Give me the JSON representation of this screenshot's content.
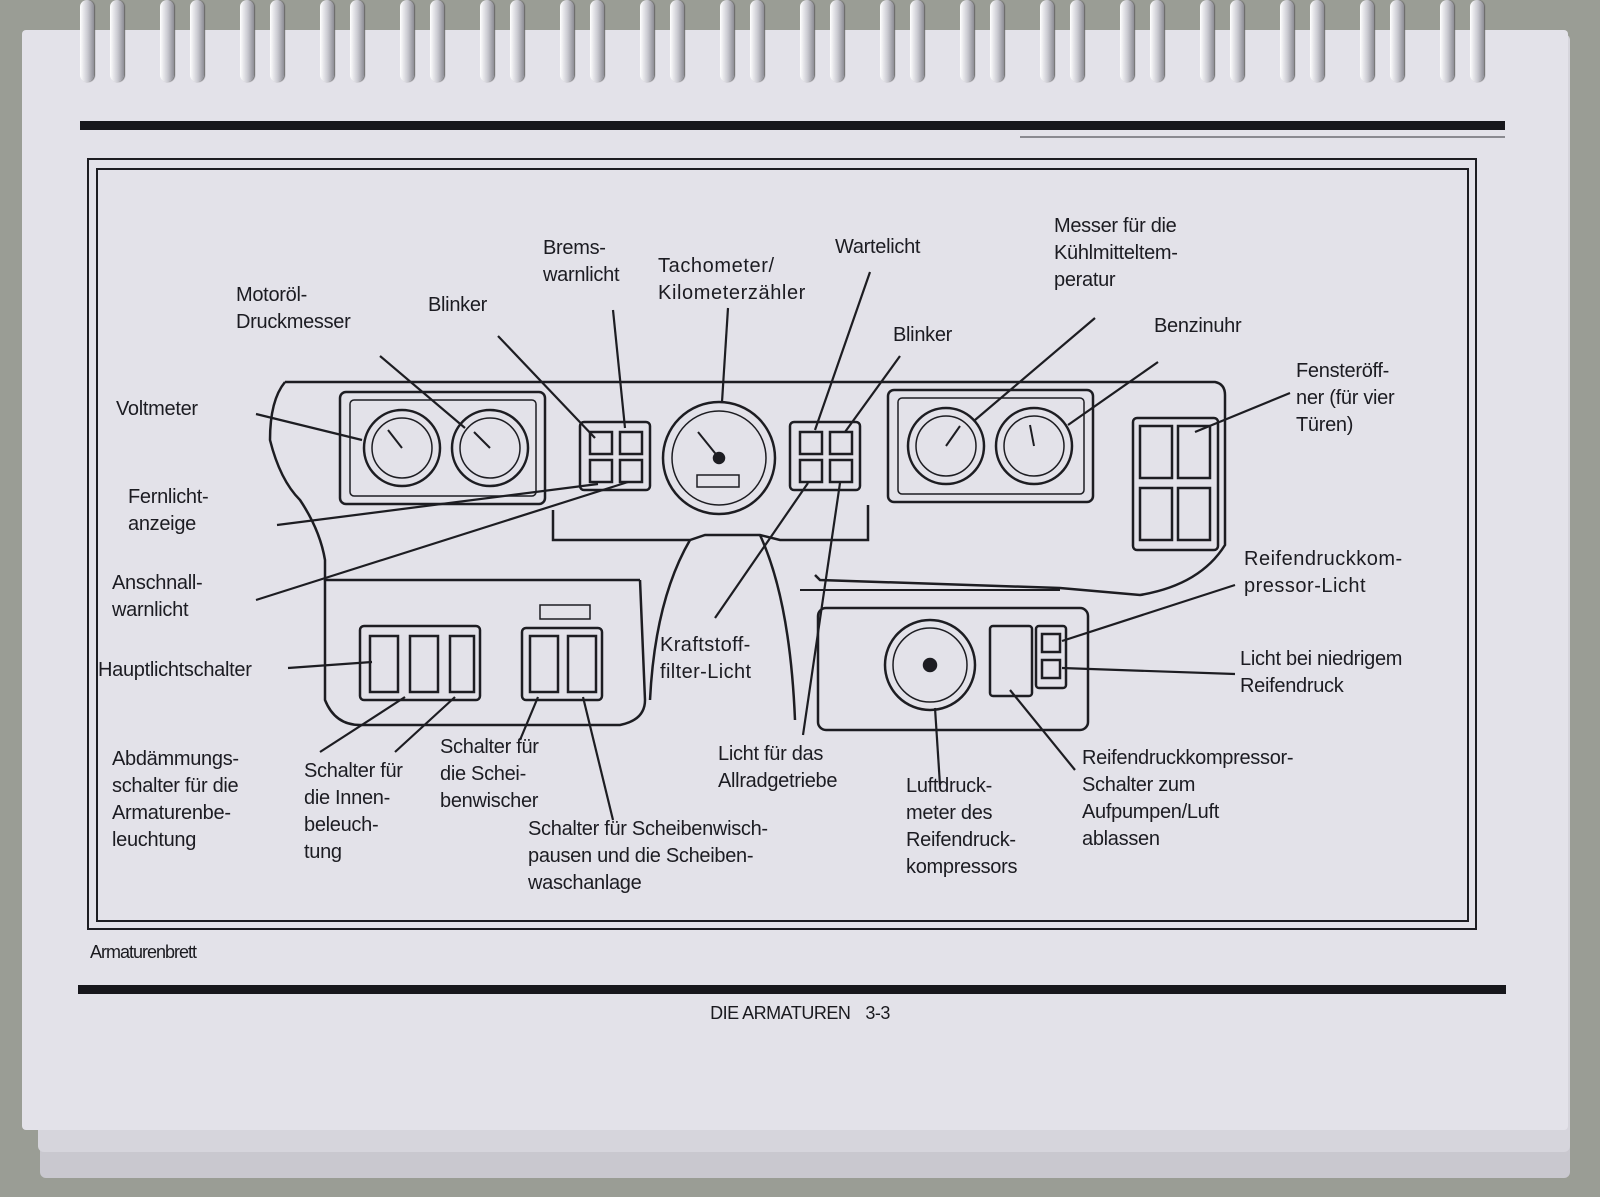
{
  "labels": {
    "bremswarnlicht": "Brems-\nwarnlicht",
    "tachometer": "Tachometer/\nKilometerzähler",
    "wartelicht": "Wartelicht",
    "kuehlmittel": "Messer für die\nKühlmitteltem-\nperatur",
    "motoroel": "Motoröl-\nDruckmesser",
    "blinker_left": "Blinker",
    "blinker_right": "Blinker",
    "benzinuhr": "Benzinuhr",
    "fensteroeffner": "Fensteröff-\nner (für vier\nTüren)",
    "voltmeter": "Voltmeter",
    "fernlicht": "Fernlicht-\nanzeige",
    "anschnall": "Anschnall-\nwarnlicht",
    "reifendruckkompressor_licht": "Reifendruckkom-\npressor-Licht",
    "hauptlichtschalter": "Hauptlichtschalter",
    "kraftstofffilter": "Kraftstoff-\nfilter-Licht",
    "niedriger_reifendruck": "Licht bei niedrigem\nReifendruck",
    "abdaemmung": "Abdämmungs-\nschalter für die\nArmaturenbe-\nleuchtung",
    "innenbeleuchtung": "Schalter für\ndie Innen-\nbeleuch-\ntung",
    "scheibenwischer": "Schalter für\ndie Schei-\nbenwischer",
    "allradgetriebe": "Licht für das\nAllradgetriebe",
    "luftdruckmeter": "Luftdruck-\nmeter des\nReifendruck-\nkompressors",
    "kompressor_schalter": "Reifendruckkompressor-\nSchalter zum\nAufpumpen/Luft\nablassen",
    "wischpausen": "Schalter für Scheibenwisch-\npausen und die Scheiben-\nwaschanlage"
  },
  "caption": "Armaturenbrett",
  "footer": {
    "section": "DIE ARMATUREN",
    "page": "3-3"
  }
}
